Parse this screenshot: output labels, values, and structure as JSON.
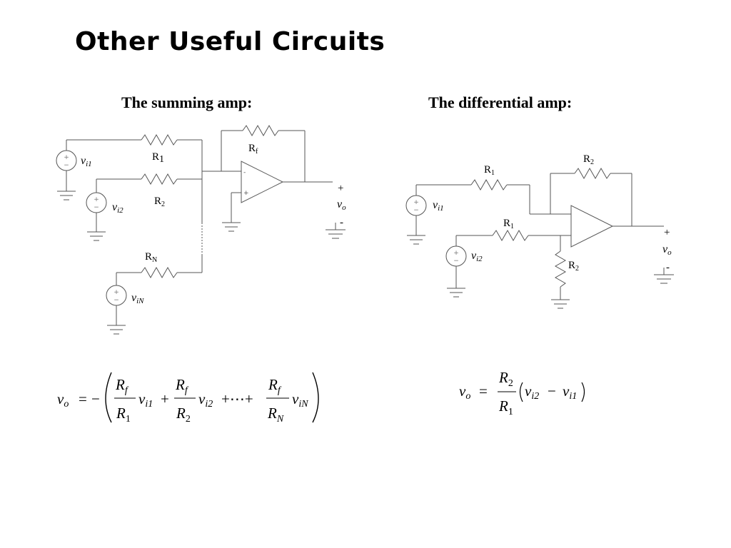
{
  "slide": {
    "title": "Other Useful Circuits",
    "summing_heading": "The summing amp:",
    "differential_heading": "The differential amp:"
  },
  "summing": {
    "r1": "R",
    "r1_sub": "1",
    "r2": "R",
    "r2_sub": "2",
    "rn": "R",
    "rn_sub": "N",
    "rf": "R",
    "rf_sub": "f",
    "vi1": "v",
    "vi1_sub": "i1",
    "vi2": "v",
    "vi2_sub": "i2",
    "viN": "v",
    "viN_sub": "iN",
    "out_plus": "+",
    "out_minus": "-",
    "vo": "v",
    "vo_sub": "o",
    "opamp_minus": "-",
    "opamp_plus": "+"
  },
  "differential": {
    "r1_top": "R",
    "r1_top_sub": "1",
    "r2_top": "R",
    "r2_top_sub": "2",
    "r1_bot": "R",
    "r1_bot_sub": "1",
    "r2_bot": "R",
    "r2_bot_sub": "2",
    "vi1": "v",
    "vi1_sub": "i1",
    "vi2": "v",
    "vi2_sub": "i2",
    "out_plus": "+",
    "out_minus": "-",
    "vo": "v",
    "vo_sub": "o"
  },
  "equations": {
    "summing": {
      "lhs": "v",
      "lhs_sub": "o",
      "eq": "=",
      "neg": "−",
      "t1_num": "R",
      "t1_num_sub": "f",
      "t1_den": "R",
      "t1_den_sub": "1",
      "t1_v": "v",
      "t1_v_sub": "i1",
      "plus1": "+",
      "t2_num": "R",
      "t2_num_sub": "f",
      "t2_den": "R",
      "t2_den_sub": "2",
      "t2_v": "v",
      "t2_v_sub": "i2",
      "dots": "+⋯+",
      "t3_num": "R",
      "t3_num_sub": "f",
      "t3_den": "R",
      "t3_den_sub": "N",
      "t3_v": "v",
      "t3_v_sub": "iN"
    },
    "differential": {
      "lhs": "v",
      "lhs_sub": "o",
      "eq": "=",
      "num": "R",
      "num_sub": "2",
      "den": "R",
      "den_sub": "1",
      "a": "v",
      "a_sub": "i2",
      "minus": "−",
      "b": "v",
      "b_sub": "i1"
    }
  }
}
